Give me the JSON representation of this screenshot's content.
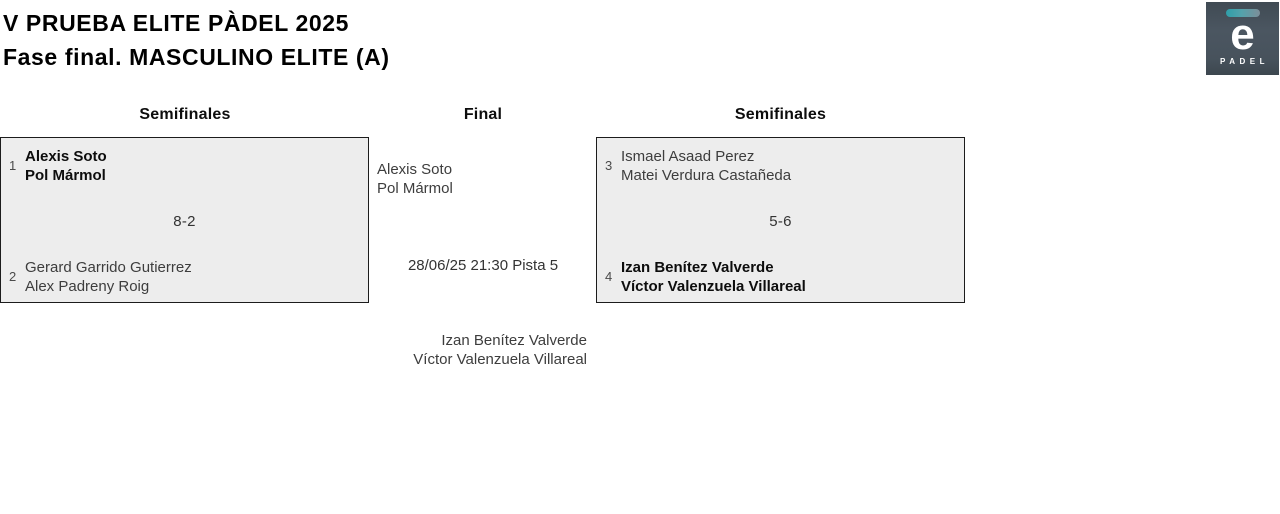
{
  "header": {
    "title": "V PRUEBA ELITE PÀDEL 2025",
    "subtitle": "Fase final. MASCULINO ELITE (A)"
  },
  "logo": {
    "letter": "e",
    "brand": "PADEL",
    "bg_color": "#47525c",
    "accent_color": "#2f9faa"
  },
  "bracket": {
    "rounds": [
      {
        "label": "Semifinales"
      },
      {
        "label": "Final"
      },
      {
        "label": "Semifinales"
      }
    ],
    "semifinal_left": {
      "team1": {
        "seed": "1",
        "players": [
          "Alexis Soto",
          "Pol Mármol"
        ],
        "winner": true
      },
      "score": "8-2",
      "team2": {
        "seed": "2",
        "players": [
          "Gerard Garrido Gutierrez",
          "Alex Padreny Roig"
        ],
        "winner": false
      }
    },
    "final": {
      "team_top": {
        "players": [
          "Alexis Soto",
          "Pol Mármol"
        ]
      },
      "match_info": "28/06/25 21:30 Pista 5",
      "team_bottom": {
        "players": [
          "Izan Benítez Valverde",
          "Víctor Valenzuela Villareal"
        ]
      }
    },
    "semifinal_right": {
      "team1": {
        "seed": "3",
        "players": [
          "Ismael Asaad Perez",
          "Matei Verdura Castañeda"
        ],
        "winner": false
      },
      "score": "5-6",
      "team2": {
        "seed": "4",
        "players": [
          "Izan Benítez Valverde",
          "Víctor Valenzuela Villareal"
        ],
        "winner": true
      }
    }
  }
}
